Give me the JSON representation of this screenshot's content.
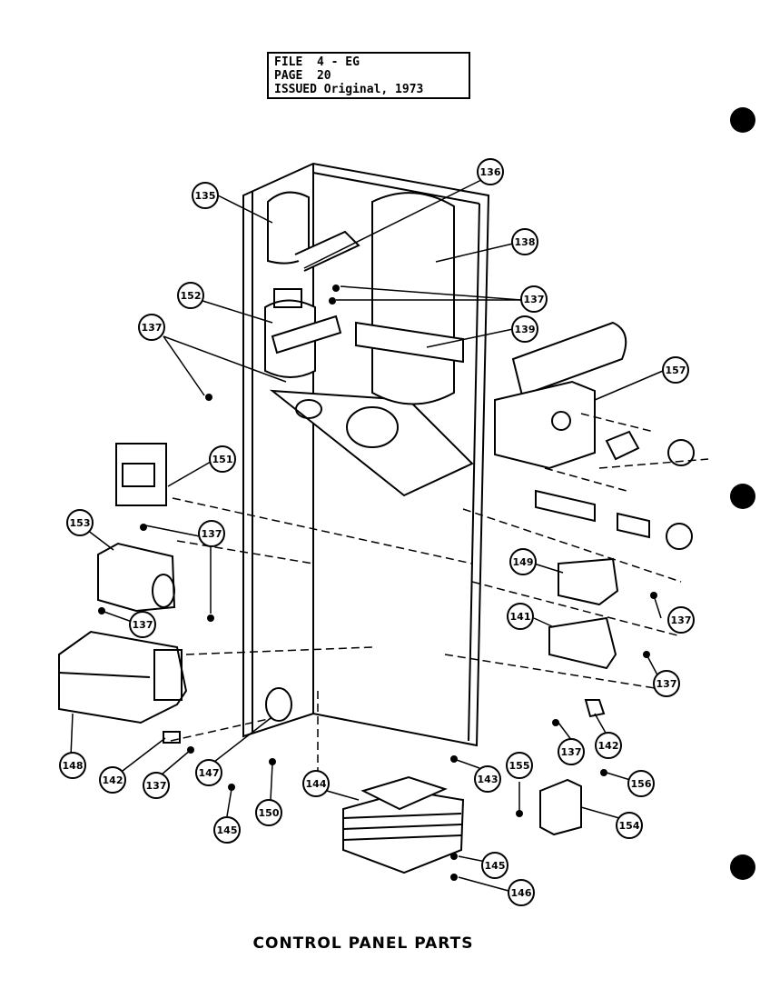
{
  "file_box": {
    "line1": "FILE  4 - EG",
    "line2": "PAGE  20",
    "line3": "ISSUED Original, 1973"
  },
  "caption": "CONTROL PANEL PARTS",
  "callouts": [
    {
      "id": "c135",
      "label": "135"
    },
    {
      "id": "c136",
      "label": "136"
    },
    {
      "id": "c138a",
      "label": "138"
    },
    {
      "id": "c137a",
      "label": "137"
    },
    {
      "id": "c152",
      "label": "152"
    },
    {
      "id": "c139",
      "label": "139"
    },
    {
      "id": "c137b",
      "label": "137"
    },
    {
      "id": "c157",
      "label": "157"
    },
    {
      "id": "c151",
      "label": "151"
    },
    {
      "id": "c153",
      "label": "153"
    },
    {
      "id": "c137c",
      "label": "137"
    },
    {
      "id": "c137d",
      "label": "137"
    },
    {
      "id": "c149",
      "label": "149"
    },
    {
      "id": "c137e",
      "label": "137"
    },
    {
      "id": "c141",
      "label": "141"
    },
    {
      "id": "c137f",
      "label": "137"
    },
    {
      "id": "c148",
      "label": "148"
    },
    {
      "id": "c142a",
      "label": "142"
    },
    {
      "id": "c137g",
      "label": "137"
    },
    {
      "id": "c147",
      "label": "147"
    },
    {
      "id": "c137h",
      "label": "137"
    },
    {
      "id": "c142b",
      "label": "142"
    },
    {
      "id": "c143",
      "label": "143"
    },
    {
      "id": "c155",
      "label": "155"
    },
    {
      "id": "c156",
      "label": "156"
    },
    {
      "id": "c144",
      "label": "144"
    },
    {
      "id": "c150",
      "label": "150"
    },
    {
      "id": "c145a",
      "label": "145"
    },
    {
      "id": "c154",
      "label": "154"
    },
    {
      "id": "c145b",
      "label": "145"
    },
    {
      "id": "c146",
      "label": "146"
    }
  ]
}
